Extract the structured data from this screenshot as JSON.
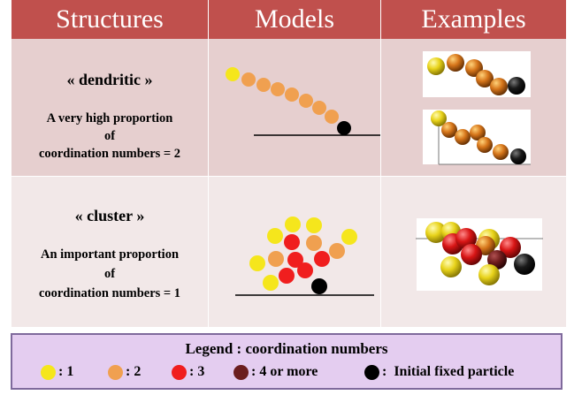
{
  "headers": {
    "structures": "Structures",
    "models": "Models",
    "examples": "Examples"
  },
  "rows": [
    {
      "title": "« dendritic »",
      "line1": "A very high proportion",
      "line2": "of",
      "line3": "coordination numbers = 2"
    },
    {
      "title": "« cluster »",
      "line1": "An important proportion",
      "line2": "of",
      "line3": "coordination numbers = 1"
    }
  ],
  "legend": {
    "title": "Legend : coordination numbers",
    "items": [
      {
        "label": ": 1",
        "color": "#f5e61c"
      },
      {
        "label": ": 2",
        "color": "#f0a050"
      },
      {
        "label": ": 3",
        "color": "#f01e1e"
      },
      {
        "label": ": 4 or more",
        "color": "#6b1e1e"
      },
      {
        "label": ":  Initial fixed particle",
        "color": "#000000"
      }
    ]
  },
  "colors": {
    "header": "#c0504d",
    "row1": "#e6cfcf",
    "row2": "#f2e8e8",
    "legend_bg": "#e4cdf0",
    "legend_border": "#7f6a9c"
  }
}
